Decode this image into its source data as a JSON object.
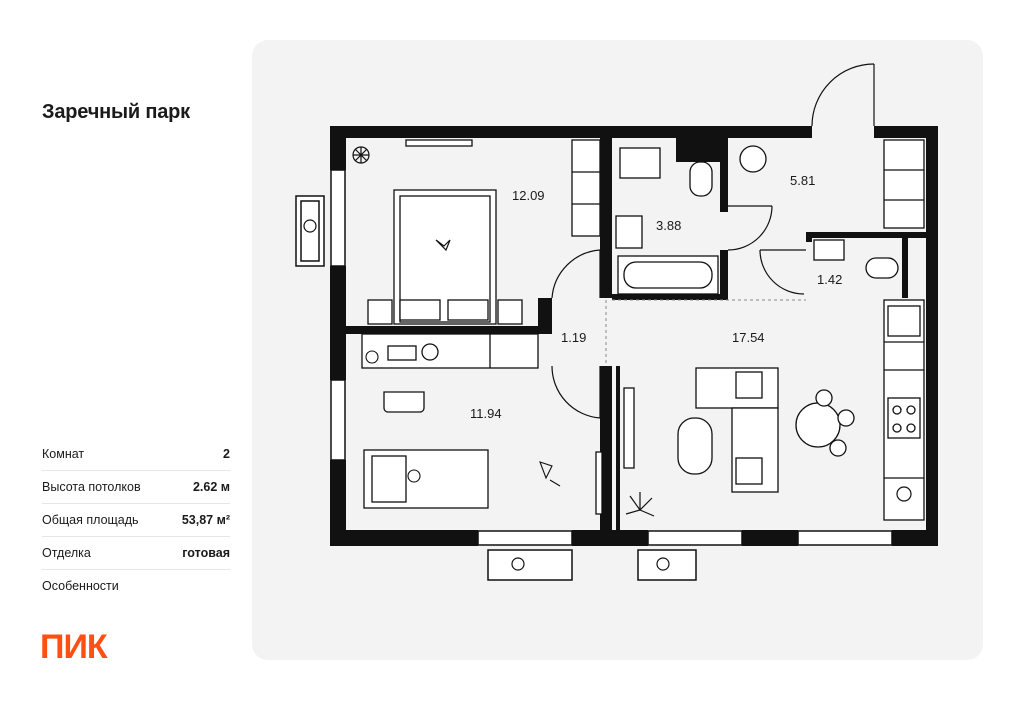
{
  "header": {
    "title": "Заречный парк"
  },
  "specs": [
    {
      "label": "Комнат",
      "value": "2"
    },
    {
      "label": "Высота потолков",
      "value": "2.62 м"
    },
    {
      "label": "Общая площадь",
      "value": "53,87 м²"
    },
    {
      "label": "Отделка",
      "value": "готовая"
    },
    {
      "label": "Особенности",
      "value": ""
    }
  ],
  "logo": {
    "text": "ПИК",
    "color": "#ff4f12"
  },
  "plan": {
    "areas": {
      "bedroom": "12.09",
      "bathroom": "3.88",
      "hall": "5.81",
      "toilet": "1.42",
      "corridor": "1.19",
      "kids_room": "11.94",
      "kitchen_living": "17.54"
    },
    "wall_color": "#111111"
  }
}
